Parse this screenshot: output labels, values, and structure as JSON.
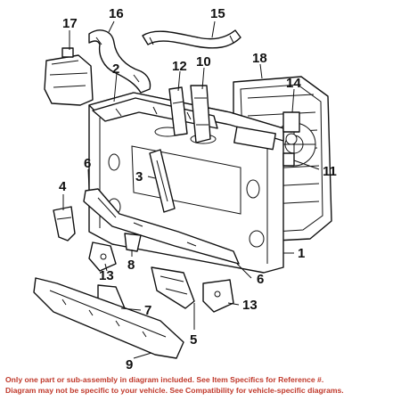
{
  "callouts": {
    "c1": "1",
    "c2": "2",
    "c3": "3",
    "c4": "4",
    "c5": "5",
    "c6a": "6",
    "c6b": "6",
    "c7": "7",
    "c8": "8",
    "c9": "9",
    "c10": "10",
    "c11": "11",
    "c12": "12",
    "c13a": "13",
    "c13b": "13",
    "c14": "14",
    "c15": "15",
    "c16": "16",
    "c17": "17",
    "c18": "18"
  },
  "disclaimer": {
    "line1": "Only one part or sub-assembly in diagram included. See Item Specifics for Reference #.",
    "line2": "Diagram may not be specific to your vehicle. See Compatibility for vehicle-specific diagrams."
  },
  "colors": {
    "line": "#111111",
    "disclaimer": "#c0392b",
    "background": "#ffffff"
  }
}
